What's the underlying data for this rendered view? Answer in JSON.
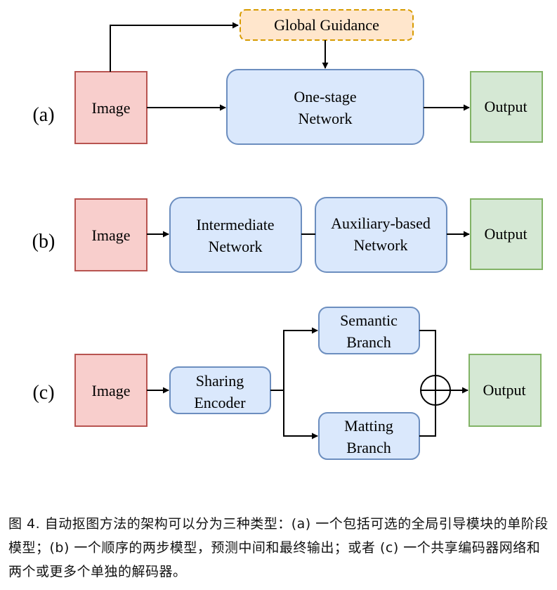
{
  "colors": {
    "image_fill": "#f8cecc",
    "image_stroke": "#b85450",
    "network_fill": "#dae8fc",
    "network_stroke": "#6c8ebf",
    "output_fill": "#d5e8d4",
    "output_stroke": "#82b366",
    "guidance_fill": "#ffe6cc",
    "guidance_stroke": "#d79b00"
  },
  "rows": {
    "a": {
      "label": "(a)",
      "image": "Image",
      "guidance": "Global Guidance",
      "network_line1": "One-stage",
      "network_line2": "Network",
      "output": "Output"
    },
    "b": {
      "label": "(b)",
      "image": "Image",
      "intermediate_line1": "Intermediate",
      "intermediate_line2": "Network",
      "auxiliary_line1": "Auxiliary-based",
      "auxiliary_line2": "Network",
      "output": "Output"
    },
    "c": {
      "label": "(c)",
      "image": "Image",
      "encoder_line1": "Sharing",
      "encoder_line2": "Encoder",
      "semantic_line1": "Semantic",
      "semantic_line2": "Branch",
      "matting_line1": "Matting",
      "matting_line2": "Branch",
      "output": "Output"
    }
  },
  "caption": "图 4. 自动抠图方法的架构可以分为三种类型：(a) 一个包括可选的全局引导模块的单阶段模型；(b) 一个顺序的两步模型，预测中间和最终输出；或者 (c) 一个共享编码器网络和两个或更多个单独的解码器。"
}
